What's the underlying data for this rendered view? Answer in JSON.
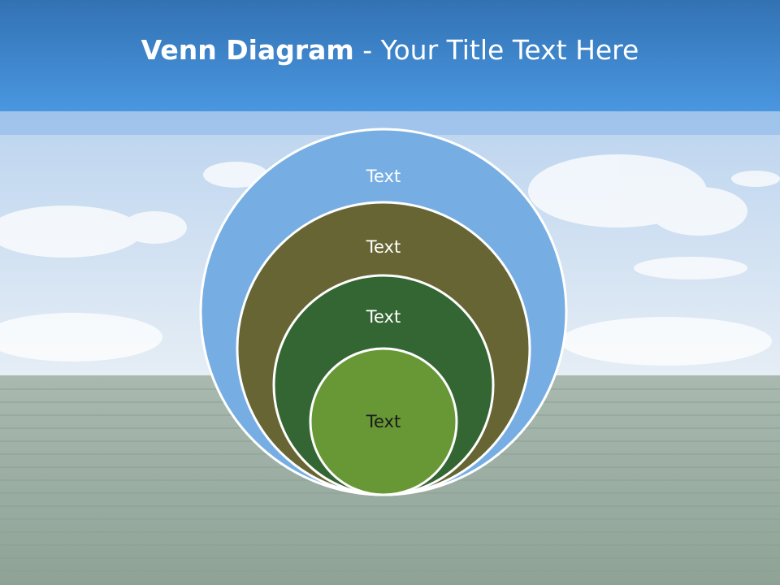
{
  "slide": {
    "title_bold": "Venn Diagram",
    "title_rest": " - Your Title Text Here"
  },
  "diagram": {
    "type": "nested-circles",
    "circles": [
      {
        "label": "Text",
        "fill": "#76aee4",
        "text_color": "#ffffff"
      },
      {
        "label": "Text",
        "fill": "#676533",
        "text_color": "#ffffff"
      },
      {
        "label": "Text",
        "fill": "#336633",
        "text_color": "#ffffff"
      },
      {
        "label": "Text",
        "fill": "#679835",
        "text_color": "#1a1a1a"
      }
    ],
    "outline": "#ffffff"
  },
  "background": {
    "sky": "#dce9f5",
    "field": "#9fb2a8",
    "header": "#3f86cc"
  }
}
